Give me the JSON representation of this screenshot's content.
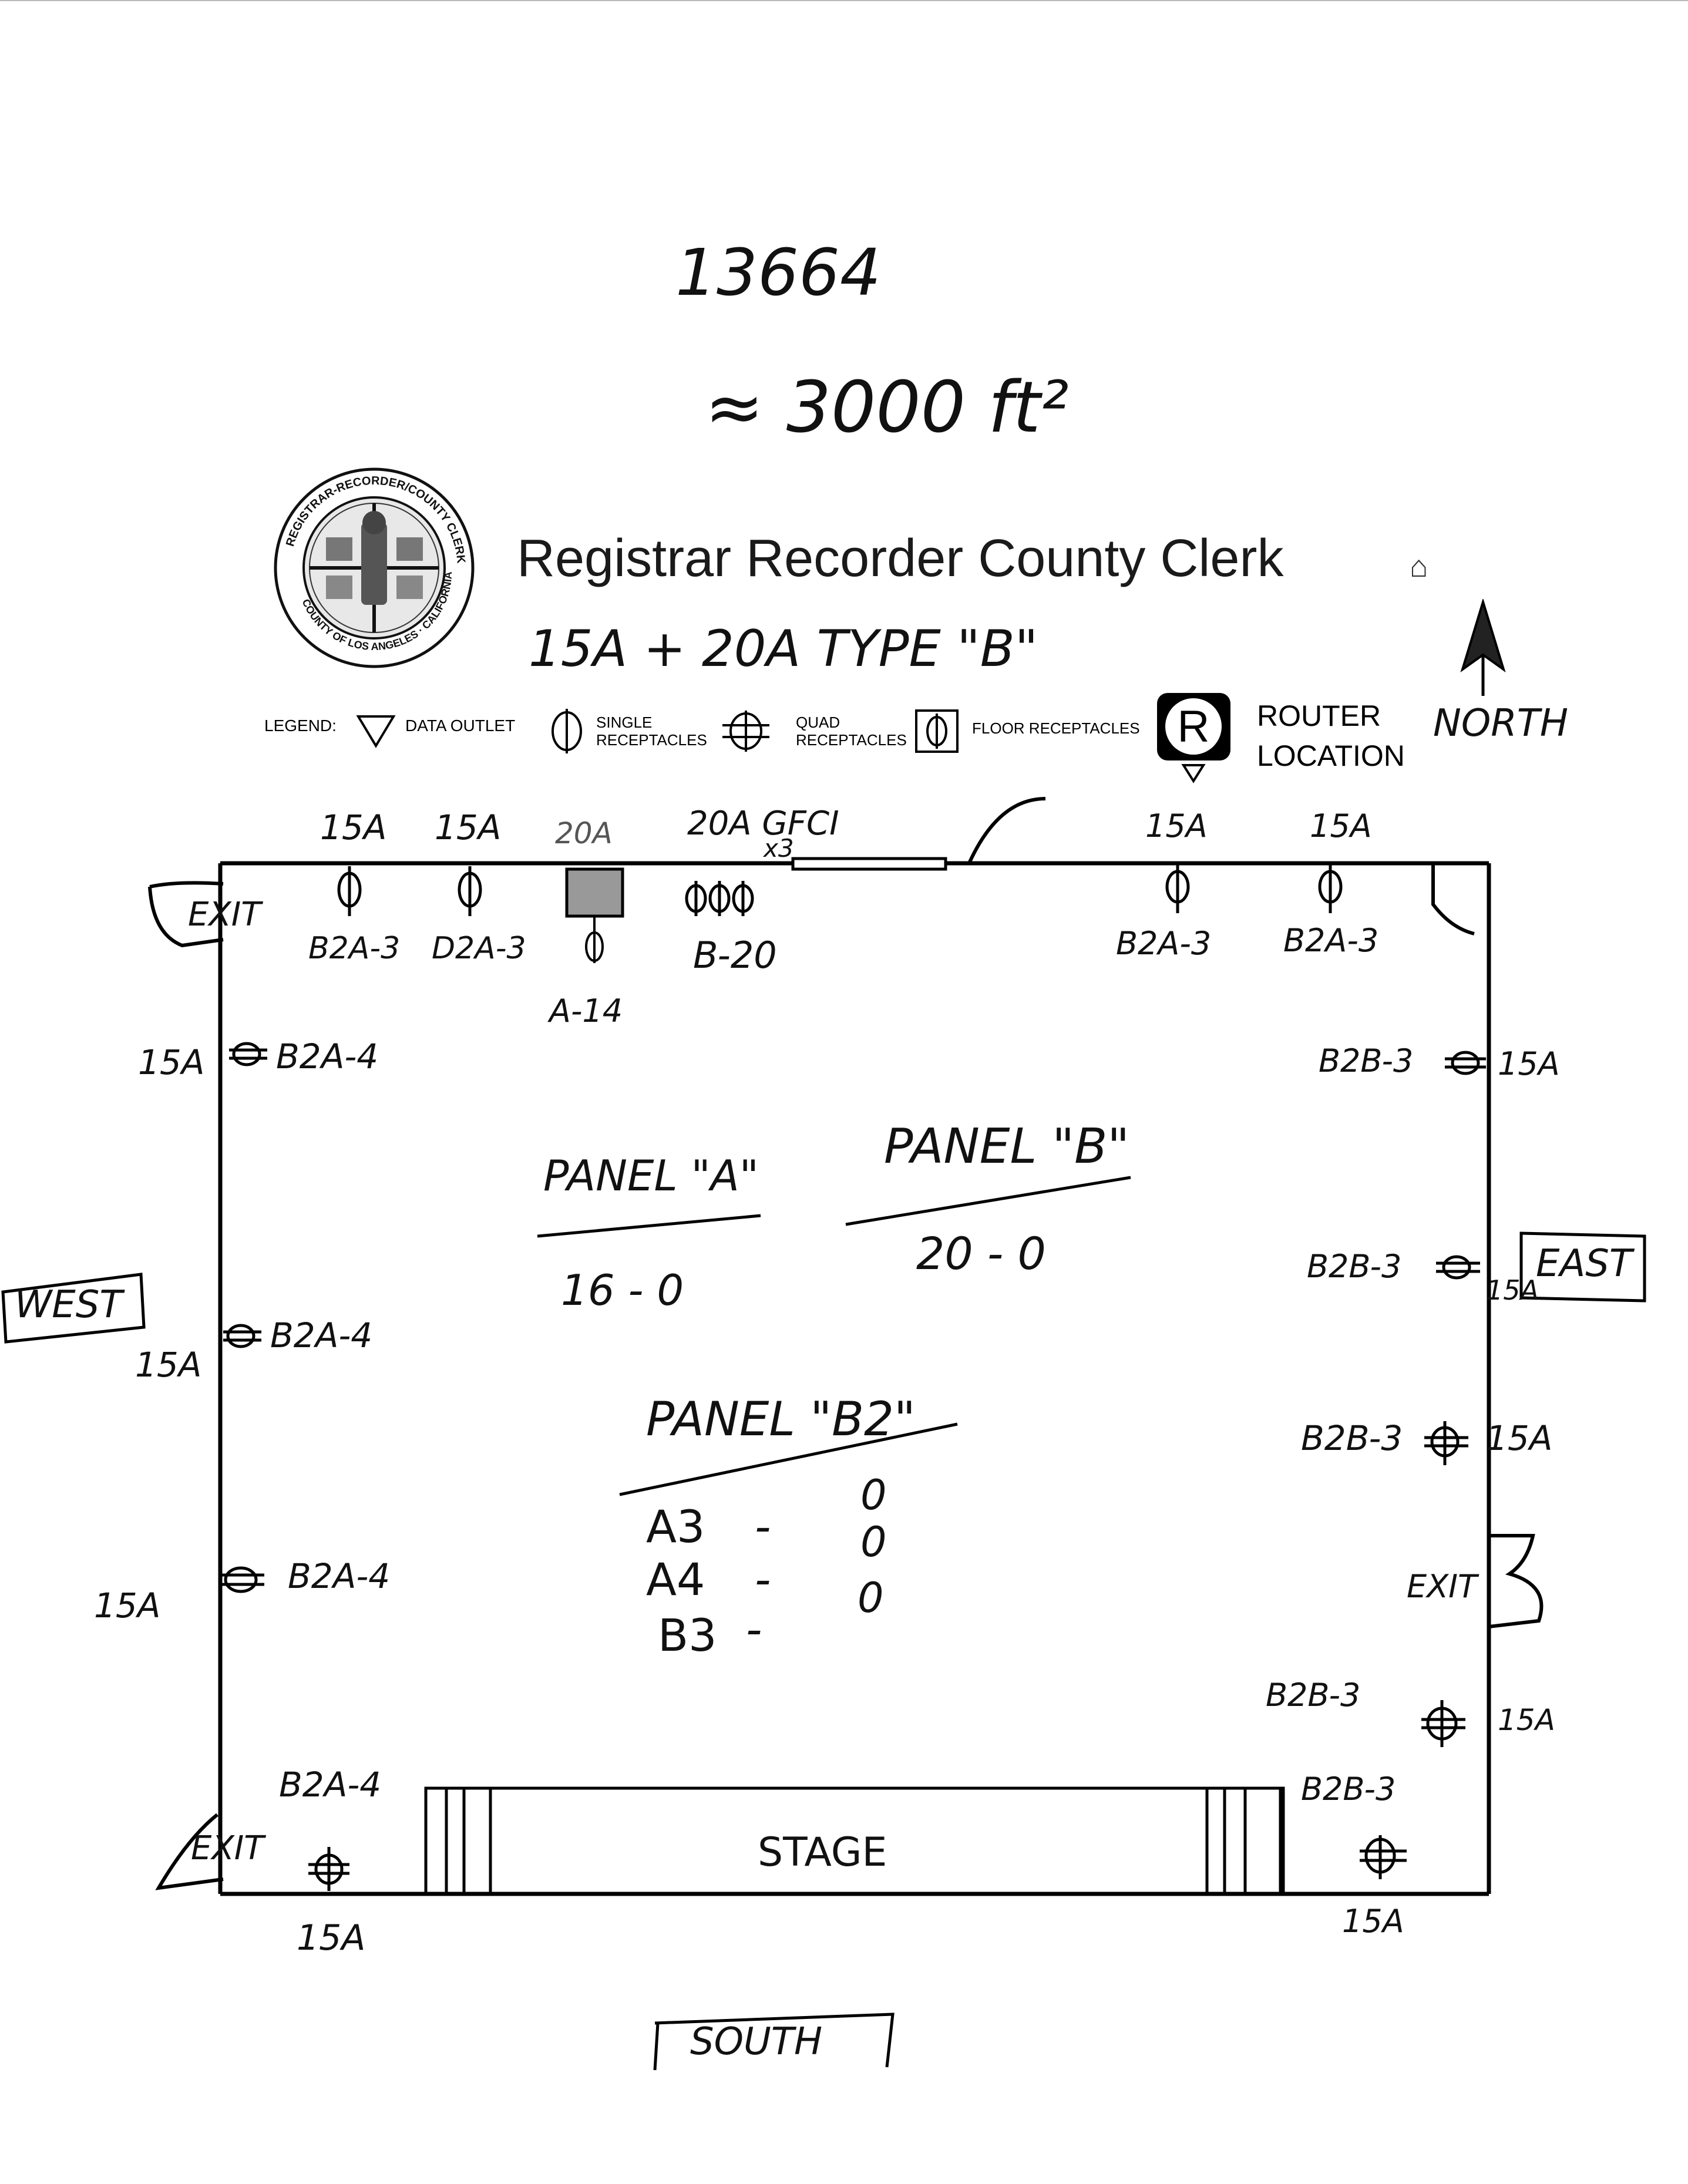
{
  "header": {
    "handwritten_number": "13664",
    "area": "≈ 3000 ft²",
    "title": "Registrar Recorder County Clerk",
    "seal_text": "REGISTRAR-RECORDER/COUNTY CLERK · COUNTY OF LOS ANGELES · CALIFORNIA",
    "type_note": "15A + 20A TYPE \"B\""
  },
  "legend": {
    "label": "LEGEND:",
    "data_outlet": "DATA OUTLET",
    "single": "SINGLE RECEPTACLES",
    "quad": "QUAD RECEPTACLES",
    "floor": "FLOOR RECEPTACLES",
    "router_letter": "R",
    "router_line1": "ROUTER",
    "router_line2": "LOCATION",
    "north": "NORTH"
  },
  "top_wall": {
    "r1_amp": "15A",
    "r1_circuit": "B2A-3",
    "r2_amp": "15A",
    "r2_circuit": "D2A-3",
    "r3_amp": "20A",
    "r3_circuit": "A-14",
    "r4_amp": "20A GFCI",
    "r4_mult": "x3",
    "r4_circuit": "B-20",
    "r5_amp": "15A",
    "r5_circuit": "B2A-3",
    "r6_amp": "15A",
    "r6_circuit": "B2A-3"
  },
  "west_wall": {
    "w1_amp": "15A",
    "w1_circuit": "B2A-4",
    "w2_amp": "15A",
    "w2_circuit": "B2A-4",
    "w3_amp": "15A",
    "w3_circuit": "B2A-4",
    "bottom_circuit": "B2A-4",
    "bottom_amp": "15A"
  },
  "east_wall": {
    "e1_circuit": "B2B-3",
    "e1_amp": "15A",
    "e2_circuit": "B2B-3",
    "e2_amp": "15A",
    "e3_circuit": "B2B-3",
    "e3_amp": "15A",
    "e4_circuit": "B2B-3",
    "e4_amp": "15A",
    "bottom_circuit": "B2B-3",
    "bottom_amp": "15A"
  },
  "exits": {
    "nw": "EXIT",
    "se": "EXIT",
    "sw": "EXIT"
  },
  "directions": {
    "west": "WEST",
    "east": "EAST",
    "south": "SOUTH"
  },
  "stage": "STAGE",
  "panels": {
    "a_title": "PANEL \"A\"",
    "a_value": "16 - 0",
    "b_title": "PANEL \"B\"",
    "b_value": "20 - 0",
    "b2_title": "PANEL \"B2\"",
    "b2_rows": [
      {
        "circuit": "A3",
        "dash": "-",
        "value": "0"
      },
      {
        "circuit": "A4",
        "dash": "-",
        "value": "0"
      },
      {
        "circuit": "B3",
        "dash": "-",
        "value": "0"
      }
    ]
  }
}
